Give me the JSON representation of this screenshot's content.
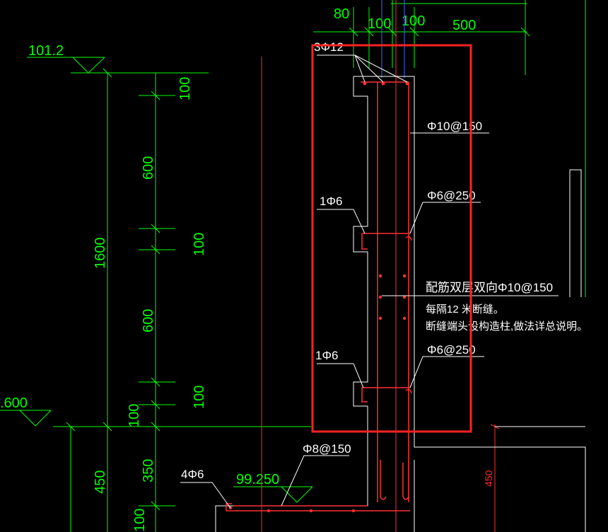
{
  "colors": {
    "background": "#000000",
    "dimension": "#00ff00",
    "concrete": "#ffffff",
    "rebar": "#ff3030",
    "axis": "#ff3030",
    "selection": "#ff2222",
    "guide": "#4466ff"
  },
  "elevations": {
    "top": "101.2",
    "left_mid": ".600",
    "slab": "99.250"
  },
  "vertical_dims": {
    "total": "1600",
    "seg_top": "100",
    "seg_upper": "600",
    "seg_mid": "100",
    "seg_lower": "600",
    "seg_bottom": "100",
    "below_a": "100",
    "below_b": "350",
    "below_c": "100",
    "left_lower": "450",
    "right_red": "450"
  },
  "top_dims": {
    "d80": "80",
    "d100a": "100",
    "d100b": "100",
    "d500": "500"
  },
  "rebar_labels": {
    "top_bars": "3Φ12",
    "stirrup_main": "Φ10@150",
    "bar_upper": "1Φ6",
    "hook_upper": "Φ6@250",
    "bar_lower": "1Φ6",
    "hook_lower": "Φ6@250",
    "slab_bars": "Φ8@150",
    "slab_bottom": "4Φ6"
  },
  "notes": {
    "line1": "配筋双层双向Φ10@150",
    "line2": "每隔12 米断缝。",
    "line3": "断缝端头设构造柱,做法详总说明。"
  }
}
